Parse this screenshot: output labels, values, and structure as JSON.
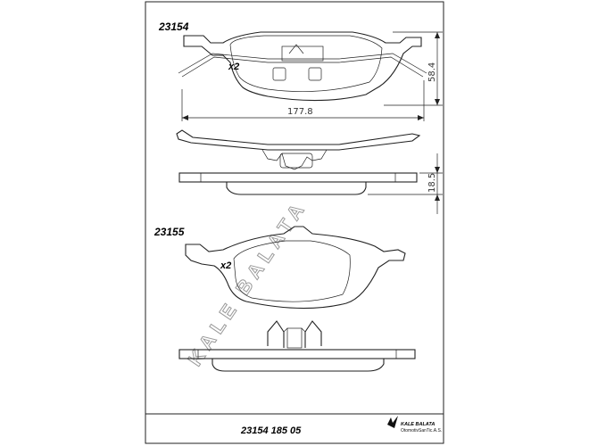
{
  "drawing": {
    "border_color": "#222222",
    "parts": [
      {
        "code": "23154",
        "quantity": "x2"
      },
      {
        "code": "23155",
        "quantity": "x2"
      }
    ],
    "dimensions": {
      "height": "58.4",
      "width": "177.8",
      "thickness": "18.5"
    },
    "watermark": "KALE BALATA",
    "footer": {
      "part_number": "23154 185 05",
      "brand_line1": "KALE BALATA",
      "brand_line2": "OtomotivSanTic.A.S."
    }
  }
}
